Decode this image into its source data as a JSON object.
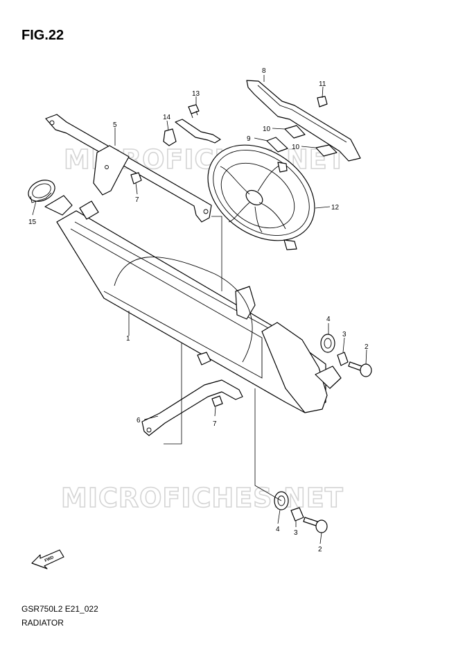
{
  "figure": {
    "title": "FIG.22"
  },
  "footer": {
    "code": "GSR750L2 E21_022",
    "name": "RADIATOR"
  },
  "watermark": {
    "text": "MICROFICHES.NET"
  },
  "fwd_arrow": {
    "label": "FWD"
  },
  "callouts": {
    "c1": "1",
    "c2a": "2",
    "c2b": "2",
    "c3a": "3",
    "c3b": "3",
    "c4a": "4",
    "c4b": "4",
    "c5": "5",
    "c6": "6",
    "c7a": "7",
    "c7b": "7",
    "c8": "8",
    "c9": "9",
    "c10a": "10",
    "c10b": "10",
    "c11": "11",
    "c12": "12",
    "c13": "13",
    "c14": "14",
    "c15": "15"
  },
  "colors": {
    "ink": "#000000",
    "watermark": "#d4d4d4",
    "background": "#ffffff"
  }
}
